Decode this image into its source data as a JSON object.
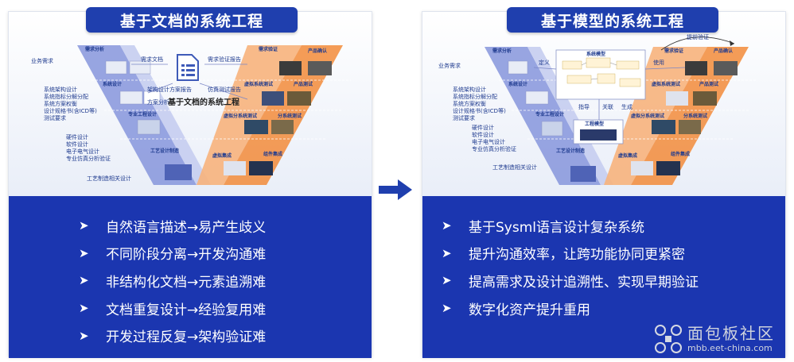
{
  "left_panel": {
    "title": "基于文档的系统工程",
    "phases": [
      "需求分析",
      "系统设计",
      "专业工程设计",
      "工艺设计制造",
      "需求验证",
      "虚拟系统测试",
      "虚拟分系统测试",
      "虚拟集成",
      "产品确认",
      "产品测试",
      "分系统测试",
      "组件集成"
    ],
    "left_labels": [
      "业务需求",
      "系统架构设计",
      "系统指标分解分配",
      "系统方案权衡",
      "设计规格书(含ICD等)",
      "测试要求",
      "硬件设计",
      "软件设计",
      "电子电气设计",
      "专业仿真分析验证",
      "工艺制造相关设计"
    ],
    "doc_labels": [
      "需求文档",
      "需求验证报告",
      "架构设计方案报告",
      "仿真测试报告",
      "方案分析"
    ],
    "center_label": "基于文档的系统工程",
    "bullets": [
      "自然语言描述→易产生歧义",
      "不同阶段分离→开发沟通难",
      "非结构化文档→元素追溯难",
      "文档重复设计→经验复用难",
      "开发过程反复→架构验证难"
    ]
  },
  "right_panel": {
    "title": "基于模型的系统工程",
    "phases": [
      "需求分析",
      "系统设计",
      "专业工程设计",
      "工艺设计制造",
      "需求验证",
      "虚拟系统测试",
      "虚拟分系统测试",
      "虚拟集成",
      "产品确认",
      "产品测试",
      "分系统测试",
      "组件集成"
    ],
    "left_labels": [
      "业务需求",
      "系统架构设计",
      "系统指标分解分配",
      "系统方案权衡",
      "设计规格书(含ICD等)",
      "测试要求",
      "硬件设计",
      "软件设计",
      "电子电气设计",
      "专业仿真分析验证",
      "工艺制造相关设计"
    ],
    "model_labels": [
      "系统模型",
      "工程模型",
      "提前验证",
      "使用",
      "定义",
      "指导",
      "关联",
      "生成"
    ],
    "bullets": [
      "基于Sysml语言设计复杂系统",
      "提升沟通效率，让跨功能协同更紧密",
      "提高需求及设计追溯性、实现早期验证",
      "数字化资产提升重用"
    ]
  },
  "watermark": {
    "title": "面包板社区",
    "url": "mbb.eet-china.com"
  },
  "colors": {
    "title_bg": "#1f3fae",
    "bullet_bg": "#1b36b0",
    "v_left": "#6f7fd6",
    "v_right": "#f4a262",
    "text_blue": "#1f3b8f"
  },
  "icons": [
    "chevron-right-icon",
    "arrow-right-icon",
    "document-icon",
    "watermark-logo-icon"
  ]
}
